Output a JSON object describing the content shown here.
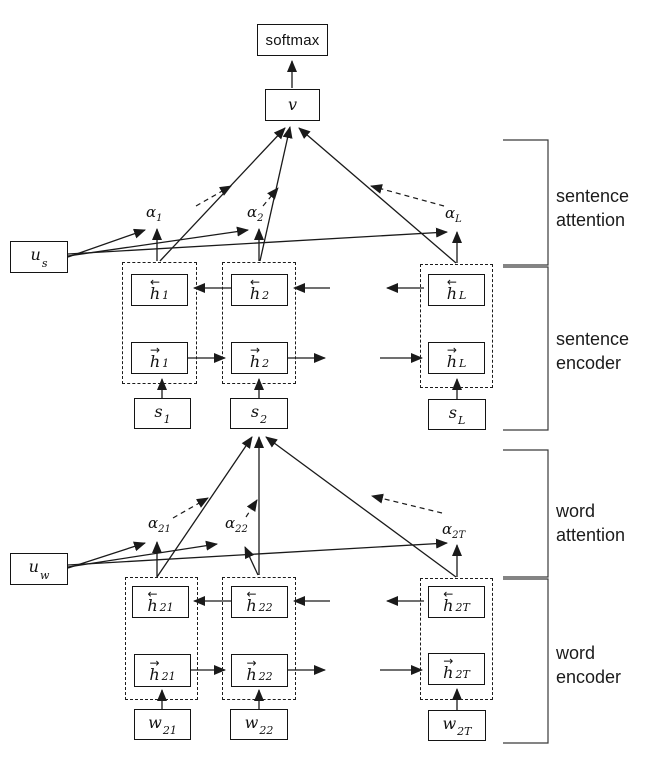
{
  "figure": {
    "softmax": "softmax",
    "v": "v"
  },
  "colors": {
    "line": "#1a1a1a",
    "background": "#ffffff"
  },
  "sentence_attention": {
    "bracket": {
      "line1": "sentence",
      "line2": "attention"
    },
    "context": {
      "base": "u",
      "sub": "s"
    },
    "alphas": [
      {
        "base": "α",
        "sub": "1"
      },
      {
        "base": "α",
        "sub": "2"
      },
      {
        "base": "α",
        "sub": "L"
      }
    ]
  },
  "sentence_encoder": {
    "bracket": {
      "line1": "sentence",
      "line2": "encoder"
    },
    "columns": [
      {
        "bw_arrow": "←",
        "bw_base": "h",
        "bw_sub": "1",
        "fw_arrow": "→",
        "fw_base": "h",
        "fw_sub": "1",
        "in_base": "s",
        "in_sub": "1"
      },
      {
        "bw_arrow": "←",
        "bw_base": "h",
        "bw_sub": "2",
        "fw_arrow": "→",
        "fw_base": "h",
        "fw_sub": "2",
        "in_base": "s",
        "in_sub": "2"
      },
      {
        "bw_arrow": "←",
        "bw_base": "h",
        "bw_sub": "L",
        "fw_arrow": "→",
        "fw_base": "h",
        "fw_sub": "L",
        "in_base": "s",
        "in_sub": "L"
      }
    ]
  },
  "word_attention": {
    "bracket": {
      "line1": "word",
      "line2": "attention"
    },
    "context": {
      "base": "u",
      "sub": "w"
    },
    "alphas": [
      {
        "base": "α",
        "sub": "21"
      },
      {
        "base": "α",
        "sub": "22"
      },
      {
        "base": "α",
        "sub": "2T"
      }
    ]
  },
  "word_encoder": {
    "bracket": {
      "line1": "word",
      "line2": "encoder"
    },
    "columns": [
      {
        "bw_arrow": "←",
        "bw_base": "h",
        "bw_sub": "21",
        "fw_arrow": "→",
        "fw_base": "h",
        "fw_sub": "21",
        "in_base": "w",
        "in_sub": "21"
      },
      {
        "bw_arrow": "←",
        "bw_base": "h",
        "bw_sub": "22",
        "fw_arrow": "→",
        "fw_base": "h",
        "fw_sub": "22",
        "in_base": "w",
        "in_sub": "22"
      },
      {
        "bw_arrow": "←",
        "bw_base": "h",
        "bw_sub": "2T",
        "fw_arrow": "→",
        "fw_base": "h",
        "fw_sub": "2T",
        "in_base": "w",
        "in_sub": "2T"
      }
    ]
  }
}
